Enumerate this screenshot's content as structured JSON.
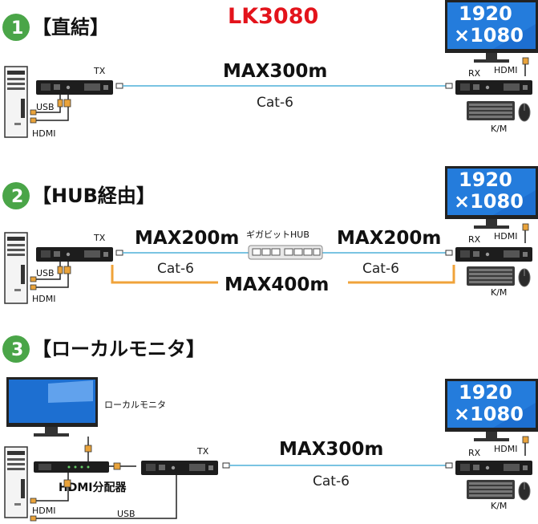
{
  "title": "LK3080",
  "colors": {
    "badge": "#4aa548",
    "cable": "#4fb0d9",
    "bracket": "#f0a33a",
    "model": "#e3131b",
    "monitor_screen": "#1d6fd1"
  },
  "sections": [
    {
      "number": "1",
      "heading": "【直結】",
      "tx": "TX",
      "rx": "RX",
      "distance": "MAX300m",
      "cable": "Cat-6",
      "usb": "USB",
      "hdmi_left": "HDMI",
      "hdmi_right": "HDMI",
      "km": "K/M",
      "resolution_line1": "1920",
      "resolution_line2": "×1080"
    },
    {
      "number": "2",
      "heading": "【HUB経由】",
      "tx": "TX",
      "rx": "RX",
      "hub": "ギガビットHUB",
      "distance_left": "MAX200m",
      "distance_right": "MAX200m",
      "cable_left": "Cat-6",
      "cable_right": "Cat-6",
      "total": "MAX400m",
      "usb": "USB",
      "hdmi_left": "HDMI",
      "hdmi_right": "HDMI",
      "km": "K/M",
      "resolution_line1": "1920",
      "resolution_line2": "×1080"
    },
    {
      "number": "3",
      "heading": "【ローカルモニタ】",
      "tx": "TX",
      "rx": "RX",
      "local_monitor": "ローカルモニタ",
      "splitter": "HDMI分配器",
      "distance": "MAX300m",
      "cable": "Cat-6",
      "usb": "USB",
      "hdmi_left": "HDMI",
      "hdmi_right": "HDMI",
      "km": "K/M",
      "resolution_line1": "1920",
      "resolution_line2": "×1080"
    }
  ]
}
